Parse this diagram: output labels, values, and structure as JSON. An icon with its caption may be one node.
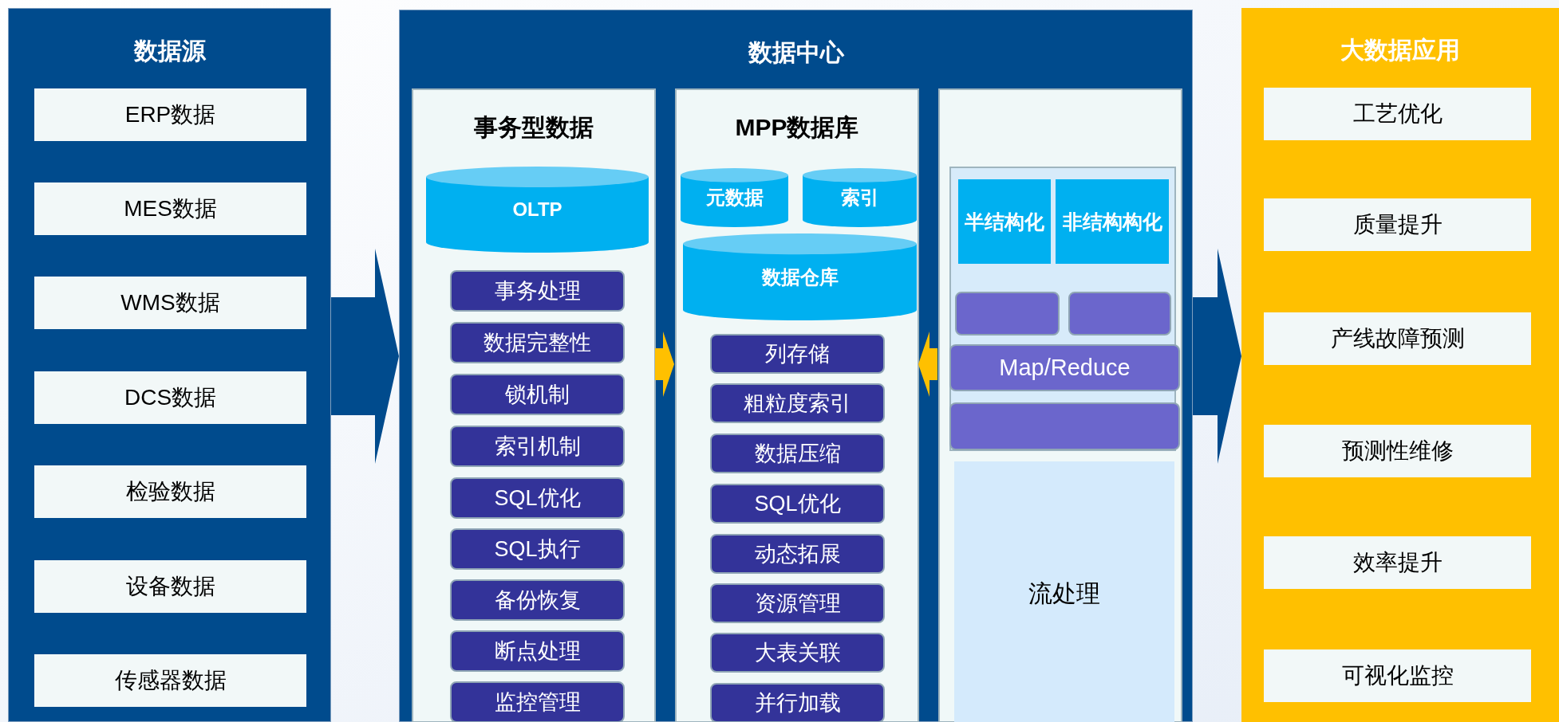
{
  "diagram": {
    "nodes": [
      {
        "text": [
          "数据源"
        ]
      },
      {
        "text": [
          "ERP数据"
        ],
        "in": 0
      },
      {
        "text": [
          "MES数据"
        ],
        "in": 0
      },
      {
        "text": [
          "WMS数据"
        ],
        "in": 0
      },
      {
        "text": [
          "DCS数据"
        ],
        "in": 0
      },
      {
        "text": [
          "检验数据"
        ],
        "in": 0
      },
      {
        "text": [
          "设备数据"
        ],
        "in": 0
      },
      {
        "text": [
          "传感器数据"
        ],
        "in": 0
      },
      {
        "text": [
          "数据中心"
        ]
      },
      {
        "text": [
          "事务型数据"
        ],
        "in": 8
      },
      {
        "text": [
          "OLTP"
        ],
        "in": 9
      },
      {
        "text": [
          "事务处理"
        ],
        "in": 9
      },
      {
        "text": [
          "数据完整性"
        ],
        "in": 9
      },
      {
        "text": [
          "锁机制"
        ],
        "in": 9
      },
      {
        "text": [
          "索引机制"
        ],
        "in": 9
      },
      {
        "text": [
          "SQL优化"
        ],
        "in": 9
      },
      {
        "text": [
          "SQL执行"
        ],
        "in": 9
      },
      {
        "text": [
          "备份恢复"
        ],
        "in": 9
      },
      {
        "text": [
          "断点处理"
        ],
        "in": 9
      },
      {
        "text": [
          "监控管理"
        ],
        "in": 9
      },
      {
        "text": [
          "MPP数据库"
        ],
        "in": 8
      },
      {
        "text": [
          "元数据"
        ],
        "in": 20
      },
      {
        "text": [
          "索引"
        ],
        "in": 20
      },
      {
        "text": [
          "数据仓库"
        ],
        "in": 20
      },
      {
        "text": [
          "列存储"
        ],
        "in": 20
      },
      {
        "text": [
          "粗粒度索引"
        ],
        "in": 20
      },
      {
        "text": [
          "数据压缩"
        ],
        "in": 20
      },
      {
        "text": [
          "SQL优化"
        ],
        "in": 20
      },
      {
        "text": [
          "动态拓展"
        ],
        "in": 20
      },
      {
        "text": [
          "资源管理"
        ],
        "in": 20
      },
      {
        "text": [
          "大表关联"
        ],
        "in": 20
      },
      {
        "text": [
          "并行加载"
        ],
        "in": 20
      },
      {
        "text": [],
        "shape": "box",
        "in": 8
      },
      {
        "text": [],
        "shape": "box",
        "in": 32
      },
      {
        "text": [
          "半结构化"
        ],
        "in": 33
      },
      {
        "text": [
          "非结构构化"
        ],
        "in": 33
      },
      {
        "text": [],
        "shape": "box",
        "in": 33
      },
      {
        "text": [],
        "shape": "box",
        "in": 33
      },
      {
        "text": [
          "Map/Reduce"
        ],
        "in": 33
      },
      {
        "text": [],
        "shape": "box",
        "in": 33
      },
      {
        "text": [
          "流处理"
        ],
        "in": 32
      },
      {
        "text": [
          "大数据应用"
        ]
      },
      {
        "text": [
          "工艺优化"
        ],
        "in": 41
      },
      {
        "text": [
          "质量提升"
        ],
        "in": 41
      },
      {
        "text": [
          "产线故障预测"
        ],
        "in": 41
      },
      {
        "text": [
          "预测性维修"
        ],
        "in": 41
      },
      {
        "text": [
          "效率提升"
        ],
        "in": 41
      },
      {
        "text": [
          "可视化监控"
        ],
        "in": 41
      }
    ],
    "edges": [
      {
        "from": 0,
        "to": 8,
        "arrow": "to",
        "style": "thick"
      },
      {
        "from": 8,
        "to": 41,
        "arrow": "to",
        "style": "thick"
      },
      {
        "from": 9,
        "to": 20,
        "arrow": "to",
        "color": "#ffc000"
      },
      {
        "from": 32,
        "to": 20,
        "arrow": "to",
        "color": "#ffc000"
      }
    ]
  }
}
